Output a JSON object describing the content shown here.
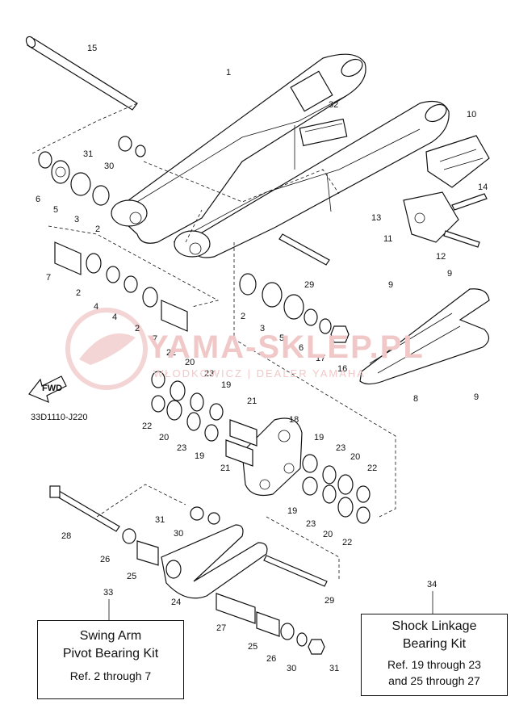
{
  "diagram_code": "33D1110-J220",
  "watermark": {
    "main": "YAMA-SKLEP.PL",
    "sub": "WŁODKOWICZ | DEALER YAMAHA"
  },
  "fwd_label": "FWD",
  "kits": [
    {
      "number": "33",
      "title_line1": "Swing Arm",
      "title_line2": "Pivot Bearing Kit",
      "ref_line1": "Ref. 2 through 7",
      "ref_line2": ""
    },
    {
      "number": "34",
      "title_line1": "Shock Linkage",
      "title_line2": "Bearing Kit",
      "ref_line1": "Ref. 19 through 23",
      "ref_line2": "and 25 through 27"
    }
  ],
  "callouts": [
    "15",
    "1",
    "32",
    "10",
    "31",
    "30",
    "6",
    "5",
    "3",
    "2",
    "14",
    "13",
    "11",
    "12",
    "7",
    "2",
    "4",
    "4",
    "2",
    "29",
    "9",
    "9",
    "2",
    "3",
    "5",
    "6",
    "17",
    "16",
    "7",
    "22",
    "20",
    "23",
    "19",
    "8",
    "9",
    "21",
    "18",
    "22",
    "20",
    "23",
    "19",
    "21",
    "19",
    "23",
    "20",
    "22",
    "23",
    "20",
    "22",
    "19",
    "31",
    "30",
    "28",
    "26",
    "25",
    "24",
    "29",
    "33",
    "34",
    "27",
    "25",
    "26",
    "30",
    "31"
  ],
  "colors": {
    "line": "#111111",
    "watermark": "#f1c8c8",
    "background": "#ffffff"
  }
}
